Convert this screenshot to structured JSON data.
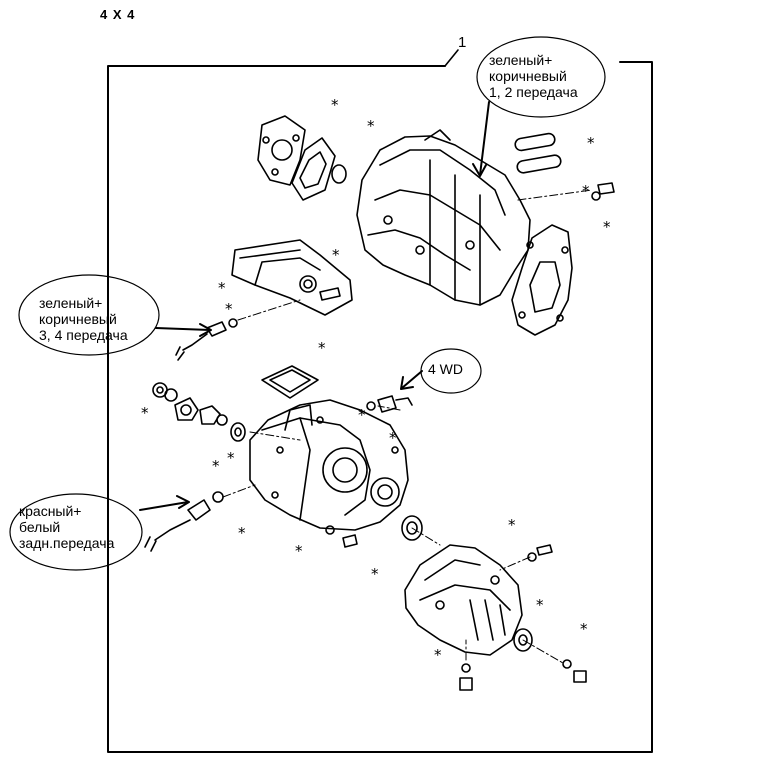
{
  "heading": "4 X 4",
  "callout_number": "1",
  "notes": {
    "gear_12": {
      "lines": [
        "зеленый+",
        "коричневый",
        "1, 2 передача"
      ]
    },
    "gear_34": {
      "lines": [
        "зеленый+",
        "коричневый",
        "3, 4 передача"
      ]
    },
    "fourwd": {
      "lines": [
        "4 WD"
      ]
    },
    "reverse": {
      "lines": [
        "красный+",
        "белый",
        "задн.передача"
      ]
    }
  },
  "marker_glyph": "*"
}
